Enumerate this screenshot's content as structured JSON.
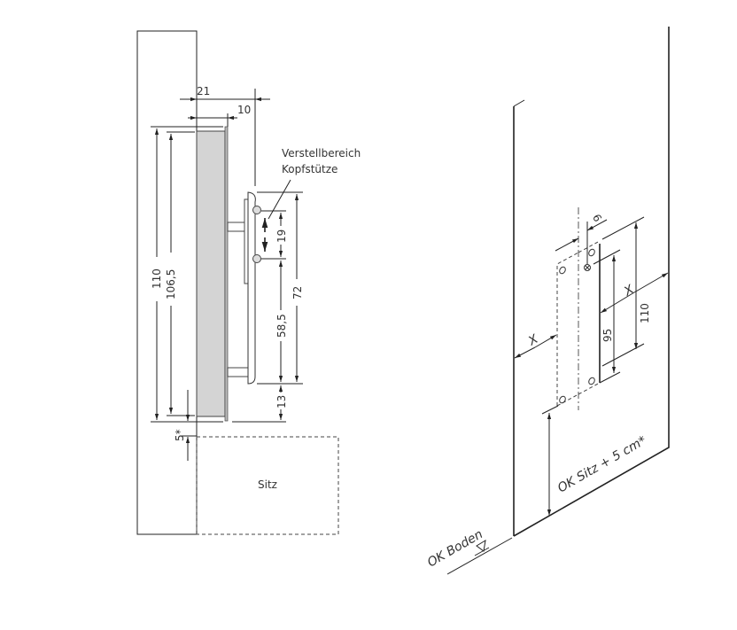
{
  "side_view": {
    "dim_depth_total": "21",
    "dim_depth_panel": "10",
    "dim_height_total": "110",
    "dim_height_panel": "106,5",
    "dim_gap": "5*",
    "dim_headrest_height": "72",
    "dim_adjust_range": "19",
    "dim_lower_offset": "58,5",
    "dim_bottom_offset": "13",
    "label_adjust_line1": "Verstellbereich",
    "label_adjust_line2": "Kopfstütze",
    "label_seat": "Sitz"
  },
  "wall_view": {
    "dim_hole_offset": "9",
    "dim_hole_spacing": "95",
    "dim_plate_height": "110",
    "dim_x_right": "X",
    "dim_x_left": "X",
    "label_height": "OK Sitz + 5 cm*",
    "label_floor": "OK Boden"
  }
}
